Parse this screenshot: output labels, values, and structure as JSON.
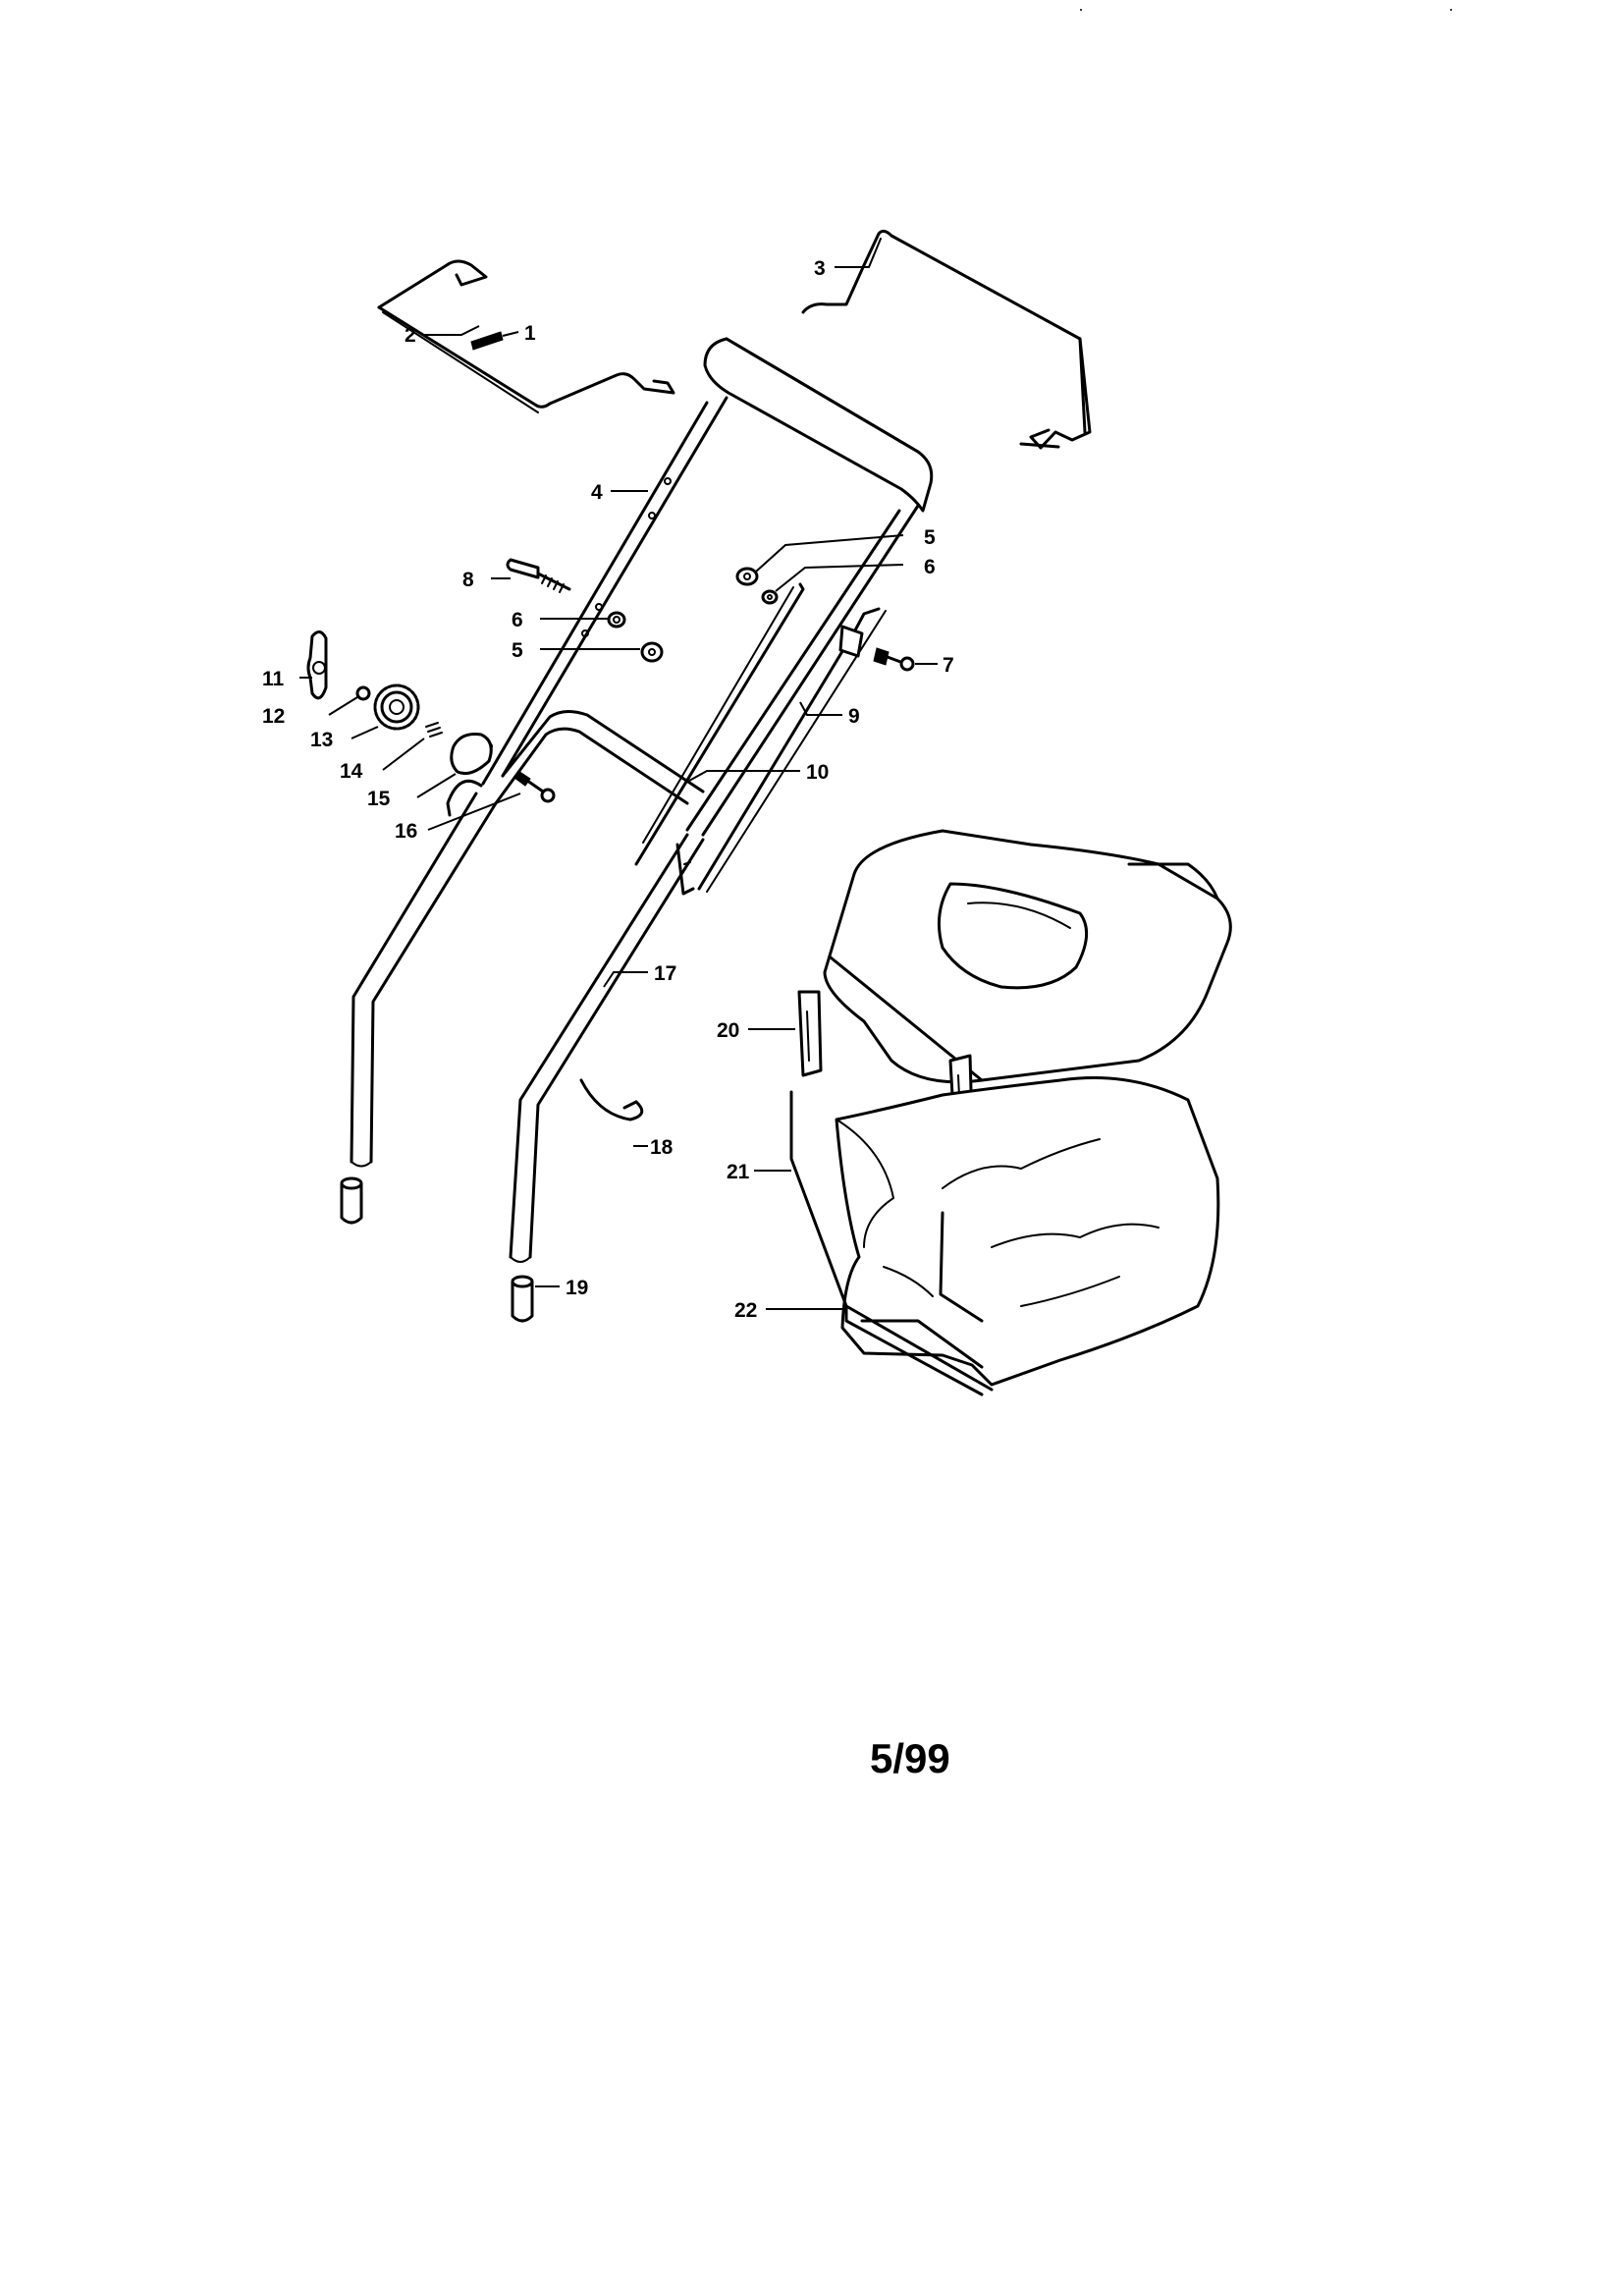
{
  "callouts": [
    {
      "id": "1"
    },
    {
      "id": "2"
    },
    {
      "id": "3"
    },
    {
      "id": "4"
    },
    {
      "id": "5"
    },
    {
      "id": "6"
    },
    {
      "id": "7"
    },
    {
      "id": "8"
    },
    {
      "id": "6"
    },
    {
      "id": "5"
    },
    {
      "id": "9"
    },
    {
      "id": "10"
    },
    {
      "id": "11"
    },
    {
      "id": "12"
    },
    {
      "id": "13"
    },
    {
      "id": "14"
    },
    {
      "id": "15"
    },
    {
      "id": "16"
    },
    {
      "id": "17"
    },
    {
      "id": "18"
    },
    {
      "id": "19"
    },
    {
      "id": "20"
    },
    {
      "id": "21"
    },
    {
      "id": "22"
    }
  ],
  "footer": {
    "date_code": "5/99"
  }
}
